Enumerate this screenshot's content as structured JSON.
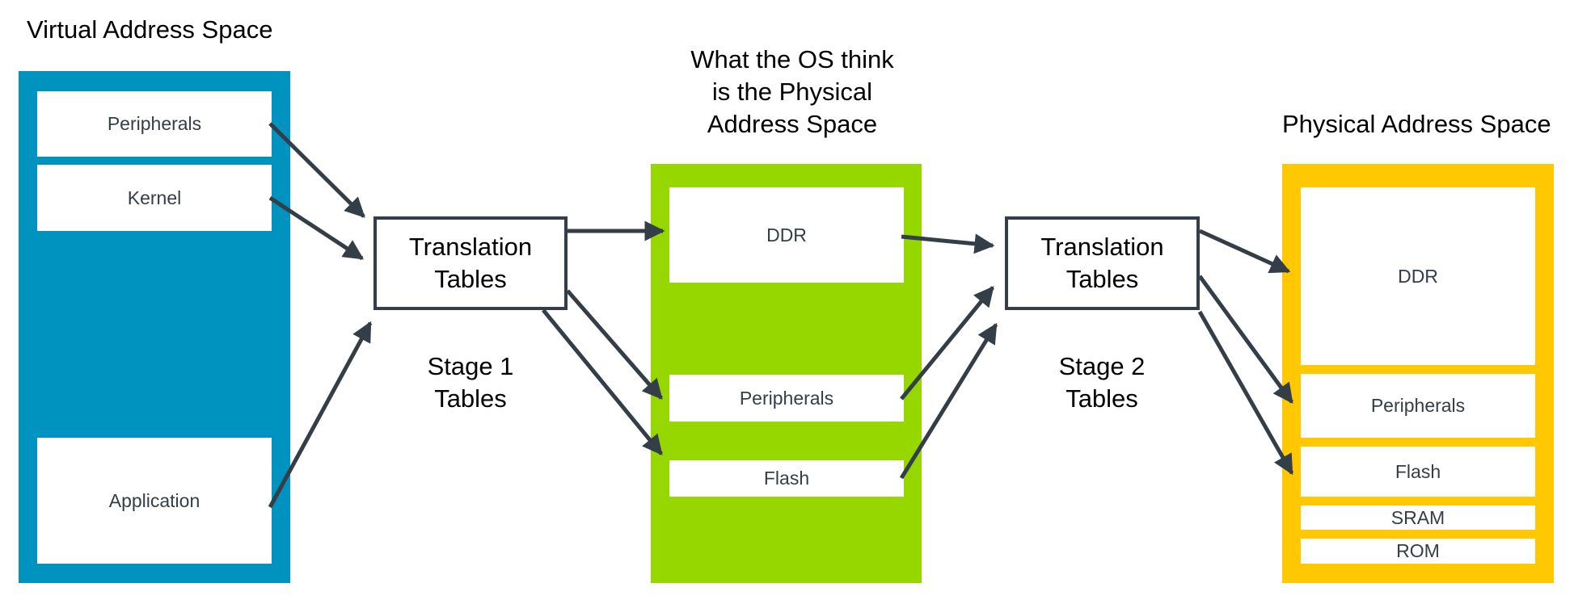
{
  "virtual_space": {
    "title": "Virtual Address Space",
    "color": "#0093c0",
    "regions": [
      "Peripherals",
      "Kernel",
      "Application"
    ]
  },
  "ipa_space": {
    "title_lines": [
      "What the OS think",
      "is the Physical",
      "Address Space"
    ],
    "color": "#97d700",
    "regions": [
      "DDR",
      "Peripherals",
      "Flash"
    ]
  },
  "physical_space": {
    "title": "Physical Address Space",
    "color": "#ffc800",
    "regions": [
      "DDR",
      "Peripherals",
      "Flash",
      "SRAM",
      "ROM"
    ]
  },
  "stage1": {
    "box_lines": [
      "Translation",
      "Tables"
    ],
    "label_lines": [
      "Stage 1",
      "Tables"
    ]
  },
  "stage2": {
    "box_lines": [
      "Translation",
      "Tables"
    ],
    "label_lines": [
      "Stage 2",
      "Tables"
    ]
  },
  "arrow_color": "#333e48",
  "connections": [
    {
      "from": "virtual.Peripherals",
      "to": "stage1"
    },
    {
      "from": "virtual.Kernel",
      "to": "stage1"
    },
    {
      "from": "virtual.Application",
      "to": "stage1"
    },
    {
      "from": "stage1",
      "to": "ipa.DDR"
    },
    {
      "from": "stage1",
      "to": "ipa.Peripherals"
    },
    {
      "from": "stage1",
      "to": "ipa.Flash"
    },
    {
      "from": "ipa.DDR",
      "to": "stage2"
    },
    {
      "from": "ipa.Peripherals",
      "to": "stage2"
    },
    {
      "from": "ipa.Flash",
      "to": "stage2"
    },
    {
      "from": "stage2",
      "to": "physical.DDR"
    },
    {
      "from": "stage2",
      "to": "physical.Peripherals"
    },
    {
      "from": "stage2",
      "to": "physical.Flash"
    }
  ]
}
